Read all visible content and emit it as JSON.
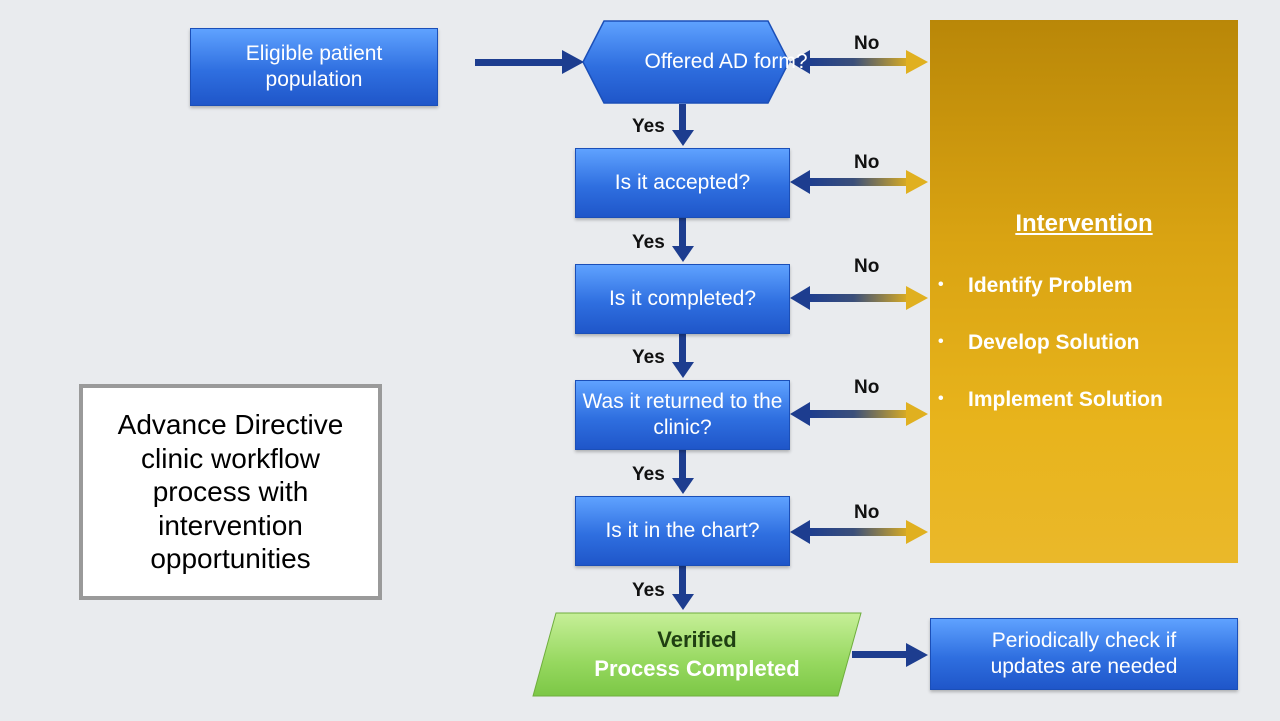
{
  "start": {
    "label": "Eligible patient population"
  },
  "steps": [
    {
      "label": "Offered AD form?",
      "yes": "Yes",
      "no": "No"
    },
    {
      "label": "Is it accepted?",
      "yes": "Yes",
      "no": "No"
    },
    {
      "label": "Is it completed?",
      "yes": "Yes",
      "no": "No"
    },
    {
      "label": "Was it returned to the clinic?",
      "yes": "Yes",
      "no": "No"
    },
    {
      "label": "Is it in the chart?",
      "yes": "Yes",
      "no": "No"
    }
  ],
  "intervention": {
    "title": "Intervention",
    "items": [
      "Identify Problem",
      "Develop Solution",
      "Implement Solution"
    ]
  },
  "verified": {
    "line1": "Verified",
    "line2": "Process Completed"
  },
  "followup": {
    "label": "Periodically check if updates are needed"
  },
  "caption": {
    "text": "Advance Directive clinic workflow process with intervention opportunities"
  },
  "colors": {
    "blue": "#2f6fe0",
    "navy": "#1d3d8f",
    "gold": "#d9a312",
    "green": "#8fd45a"
  }
}
